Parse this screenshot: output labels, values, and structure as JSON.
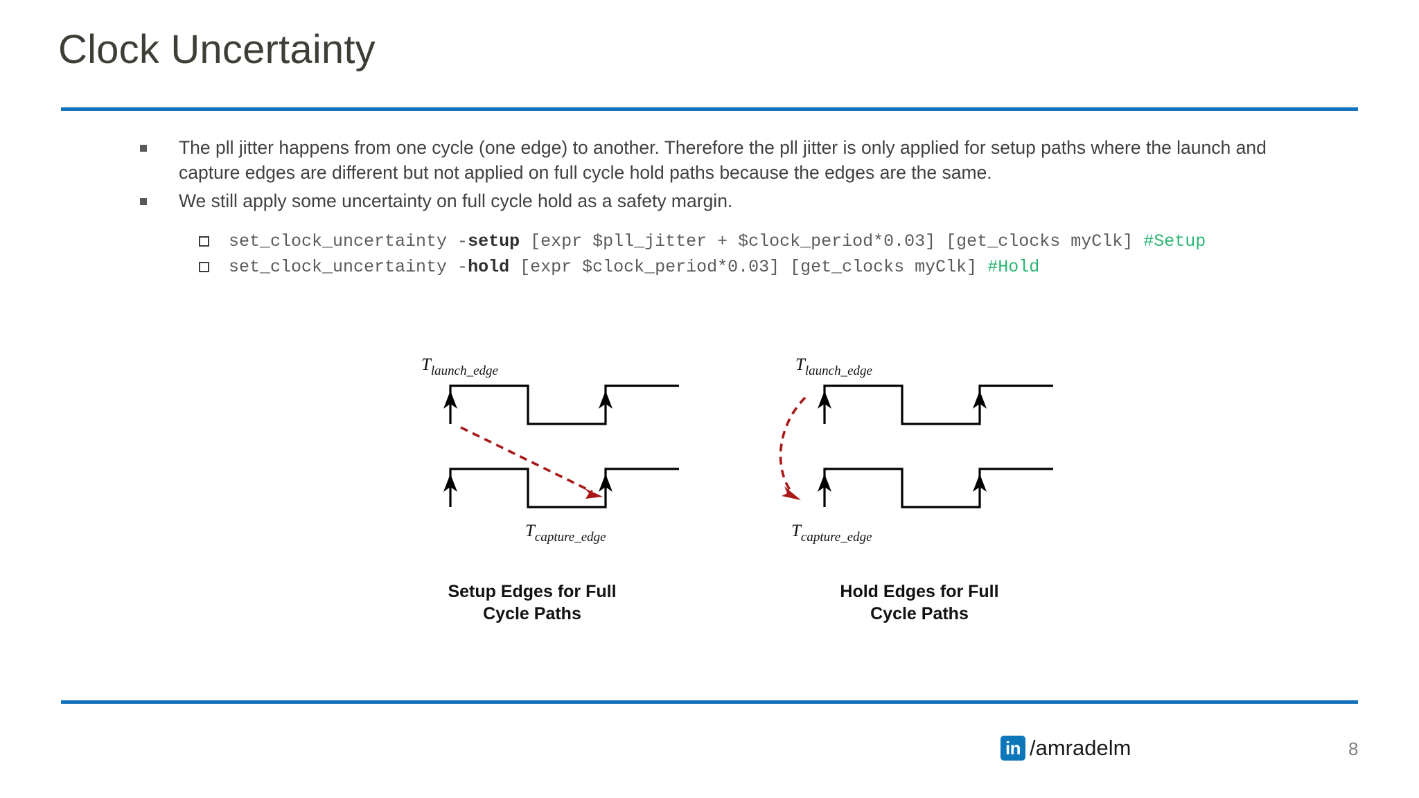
{
  "slide": {
    "title": "Clock Uncertainty",
    "accent_color": "#1272bc",
    "page_number": "8"
  },
  "body": {
    "bullets": [
      {
        "level": 1,
        "marker": "square-bullet",
        "text": "The pll jitter happens from one cycle (one edge) to another. Therefore the pll jitter is only applied for setup paths where the launch and capture edges are different but not applied on full cycle hold paths because the edges are the same."
      },
      {
        "level": 1,
        "marker": "square-bullet",
        "text": "We still apply some uncertainty on full cycle hold as a safety margin."
      }
    ],
    "code_lines": [
      {
        "marker": "hollow-square-bullet",
        "prefix": "set_clock_uncertainty -",
        "option": "setup",
        "middle": " [expr $pll_jitter + $clock_period*0.03] [get_clocks myClk] ",
        "comment": "#Setup",
        "comment_color": "#2bb673"
      },
      {
        "marker": "hollow-square-bullet",
        "prefix": "set_clock_uncertainty -",
        "option": "hold",
        "middle": " [expr $clock_period*0.03] [get_clocks myClk] ",
        "comment": "#Hold",
        "comment_color": "#2bb673"
      }
    ]
  },
  "figures": [
    {
      "id": "setup-full-cycle",
      "caption_line1": "Setup Edges for Full",
      "caption_line2": "Cycle Paths",
      "top_label": "T",
      "top_label_sub": "launch_edge",
      "bottom_label": "T",
      "bottom_label_sub": "capture_edge",
      "arrow_style": "diagonal-dashed",
      "arrow_color": "#a81818",
      "waveform_color": "#000000"
    },
    {
      "id": "hold-full-cycle",
      "caption_line1": "Hold Edges for Full",
      "caption_line2": "Cycle Paths",
      "top_label": "T",
      "top_label_sub": "launch_edge",
      "bottom_label": "T",
      "bottom_label_sub": "capture_edge",
      "arrow_style": "curved-dashed",
      "arrow_color": "#a81818",
      "waveform_color": "#000000"
    }
  ],
  "footer": {
    "linkedin_glyph": "in",
    "handle": "/amradelm",
    "badge_color": "#0b76b8"
  }
}
